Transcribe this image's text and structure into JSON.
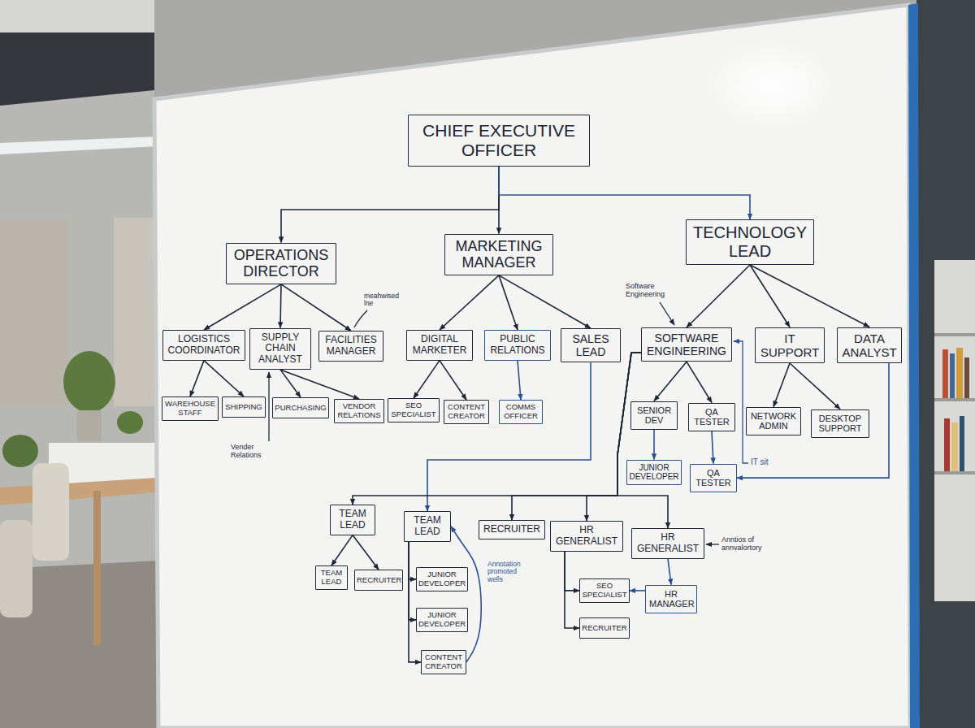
{
  "diagram": {
    "nodes": [
      {
        "text": [
          "CHIEF EXECUTIVE OFFICER"
        ]
      },
      {
        "text": [
          "OPERATIONS DIRECTOR"
        ]
      },
      {
        "text": [
          "MARKETING MANAGER"
        ]
      },
      {
        "text": [
          "TECHNOLOGY LEAD"
        ]
      },
      {
        "text": [
          "LOGISTICS COORDINATOR"
        ]
      },
      {
        "text": [
          "SUPPLY CHAIN ANALYST"
        ]
      },
      {
        "text": [
          "FACILITIES MANAGER"
        ]
      },
      {
        "text": [
          "DIGITAL MARKETER"
        ]
      },
      {
        "text": [
          "PUBLIC RELATIONS"
        ]
      },
      {
        "text": [
          "SALES LEAD"
        ]
      },
      {
        "text": [
          "SOFTWARE ENGINEERING"
        ]
      },
      {
        "text": [
          "IT SUPPORT"
        ]
      },
      {
        "text": [
          "DATA ANALYST"
        ]
      },
      {
        "text": [
          "WAREHOUSE STAFF"
        ]
      },
      {
        "text": [
          "SHIPPING"
        ]
      },
      {
        "text": [
          "PURCHASING"
        ]
      },
      {
        "text": [
          "VENDOR RELATIONS"
        ]
      },
      {
        "text": [
          "SEO SPECIALIST"
        ]
      },
      {
        "text": [
          "CONTENT CREATOR"
        ]
      },
      {
        "text": [
          "COMMS OFFICER"
        ]
      },
      {
        "text": [
          "SENIOR DEV"
        ]
      },
      {
        "text": [
          "QA TESTER"
        ]
      },
      {
        "text": [
          "NETWORK ADMIN"
        ]
      },
      {
        "text": [
          "DESKTOP SUPPORT"
        ]
      },
      {
        "text": [
          "JUNIOR DEVELOPER"
        ]
      },
      {
        "text": [
          "QA TESTER"
        ]
      },
      {
        "text": [
          "TEAM LEAD"
        ]
      },
      {
        "text": [
          "TEAM LEAD"
        ]
      },
      {
        "text": [
          "RECRUITER"
        ]
      },
      {
        "text": [
          "HR GENERALIST"
        ]
      },
      {
        "text": [
          "HR GENERALIST"
        ]
      },
      {
        "text": [
          "TEAM LEAD"
        ]
      },
      {
        "text": [
          "RECRUITER"
        ]
      },
      {
        "text": [
          "JUNIOR DEVELOPER"
        ]
      },
      {
        "text": [
          "JUNIOR DEVELOPER"
        ]
      },
      {
        "text": [
          "CONTENT CREATOR"
        ]
      },
      {
        "text": [
          "SEO SPECIALIST"
        ]
      },
      {
        "text": [
          "HR MANAGER"
        ]
      },
      {
        "text": [
          "RECRUITER"
        ]
      }
    ],
    "edges": [
      {
        "from": 0,
        "to": 1,
        "arrow": "to"
      },
      {
        "from": 0,
        "to": 2,
        "arrow": "to"
      },
      {
        "from": 0,
        "to": 3,
        "arrow": "to"
      },
      {
        "from": 1,
        "to": 4,
        "arrow": "to"
      },
      {
        "from": 1,
        "to": 5,
        "arrow": "to"
      },
      {
        "from": 1,
        "to": 6,
        "arrow": "to"
      },
      {
        "from": 2,
        "to": 7,
        "arrow": "to"
      },
      {
        "from": 2,
        "to": 8,
        "arrow": "to"
      },
      {
        "from": 2,
        "to": 9,
        "arrow": "to"
      },
      {
        "from": 3,
        "to": 10,
        "arrow": "to"
      },
      {
        "from": 3,
        "to": 11,
        "arrow": "to"
      },
      {
        "from": 3,
        "to": 12,
        "arrow": "to"
      },
      {
        "from": 4,
        "to": 13,
        "arrow": "to"
      },
      {
        "from": 4,
        "to": 14,
        "arrow": "to"
      },
      {
        "from": 5,
        "to": 15,
        "arrow": "to"
      },
      {
        "from": 5,
        "to": 16,
        "arrow": "to"
      },
      {
        "from": 7,
        "to": 17,
        "arrow": "to"
      },
      {
        "from": 7,
        "to": 18,
        "arrow": "to"
      },
      {
        "from": 8,
        "to": 19,
        "arrow": "to"
      },
      {
        "from": 10,
        "to": 20,
        "arrow": "to"
      },
      {
        "from": 10,
        "to": 21,
        "arrow": "to"
      },
      {
        "from": 11,
        "to": 22,
        "arrow": "to"
      },
      {
        "from": 11,
        "to": 23,
        "arrow": "to"
      },
      {
        "from": 20,
        "to": 24,
        "arrow": "to"
      },
      {
        "from": 21,
        "to": 25,
        "arrow": "to"
      },
      {
        "from": 12,
        "to": 25,
        "arrow": "to"
      },
      {
        "from": 9,
        "to": 27,
        "arrow": "to"
      },
      {
        "from": 10,
        "to": 26,
        "arrow": "to"
      },
      {
        "from": 10,
        "to": 28,
        "arrow": "to"
      },
      {
        "from": 10,
        "to": 29,
        "arrow": "to"
      },
      {
        "from": 10,
        "to": 30,
        "arrow": "to"
      },
      {
        "from": 26,
        "to": 31,
        "arrow": "to"
      },
      {
        "from": 26,
        "to": 32,
        "arrow": "to"
      },
      {
        "from": 27,
        "to": 33,
        "arrow": "to"
      },
      {
        "from": 27,
        "to": 34,
        "arrow": "to"
      },
      {
        "from": 27,
        "to": 35,
        "arrow": "to"
      },
      {
        "from": 35,
        "to": 27,
        "arrow": "to"
      },
      {
        "from": 29,
        "to": 36,
        "arrow": "to"
      },
      {
        "from": 29,
        "to": 38,
        "arrow": "to"
      },
      {
        "from": 30,
        "to": 37,
        "arrow": "to"
      },
      {
        "from": 37,
        "to": 36,
        "arrow": "to"
      }
    ],
    "labels": [
      "meahwised lne",
      "Software Engineering",
      "Vender Relations",
      "IT sit",
      "Annotation promoted wells",
      "Anntios of annvalortory"
    ]
  }
}
